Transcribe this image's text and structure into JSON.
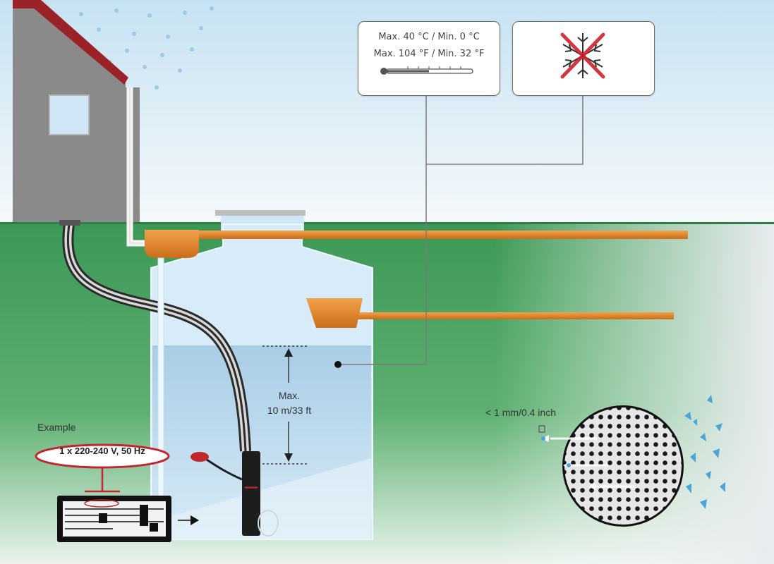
{
  "temperature_card": {
    "line1": "Max. 40 °C / Min. 0 °C",
    "line2": "Max. 104 °F / Min. 32 °F",
    "icon": "thermometer-icon"
  },
  "frost_card": {
    "icon": "no-frost-icon"
  },
  "tank": {
    "depth_label_line1": "Max.",
    "depth_label_line2": "10 m/33 ft"
  },
  "power": {
    "example_label": "Example",
    "voltage_label": "1 x 220-240 V, 50 Hz",
    "nameplate_icon": "nameplate-icon"
  },
  "filter": {
    "mesh_label": "< 1 mm/0.4 inch",
    "icon": "filter-mesh-icon"
  },
  "colors": {
    "grass": "#3f9a5a",
    "pipe": "#e48a2e",
    "water": "#b9d9ee",
    "house": "#8c8c8c",
    "roof": "#9b2226",
    "warning_red": "#d0202a"
  }
}
